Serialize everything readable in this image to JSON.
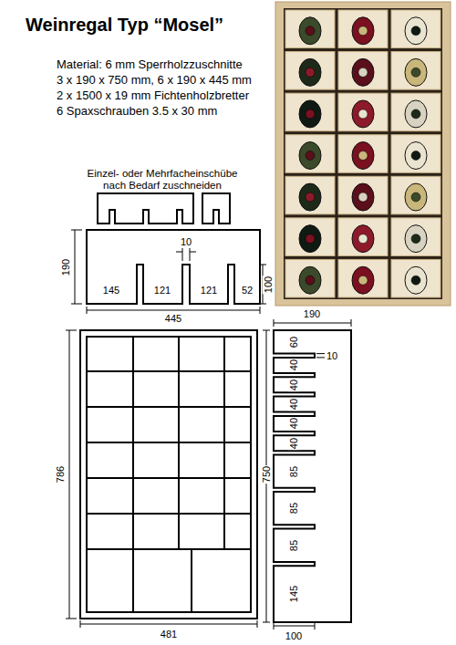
{
  "diagram": {
    "title": "Weinregal Typ “Mosel”",
    "labels": [
      "Material: 6 mm Sperrholzzuschnitte",
      "3 x 190 x 750 mm, 6 x 190 x 445 mm",
      "2 x 1500 x 19 mm Fichtenholzbretter",
      "6 Spaxschrauben 3.5 x 30 mm",
      "Einzel- oder Mehrfacheinschübe nach Bedarf zuschneiden",
      "190",
      "145",
      "121",
      "121",
      "52",
      "10",
      "100",
      "445",
      "190",
      "60",
      "10",
      "40",
      "40",
      "40",
      "40",
      "40",
      "85",
      "85",
      "85",
      "145",
      "750",
      "786",
      "481",
      "100"
    ]
  }
}
